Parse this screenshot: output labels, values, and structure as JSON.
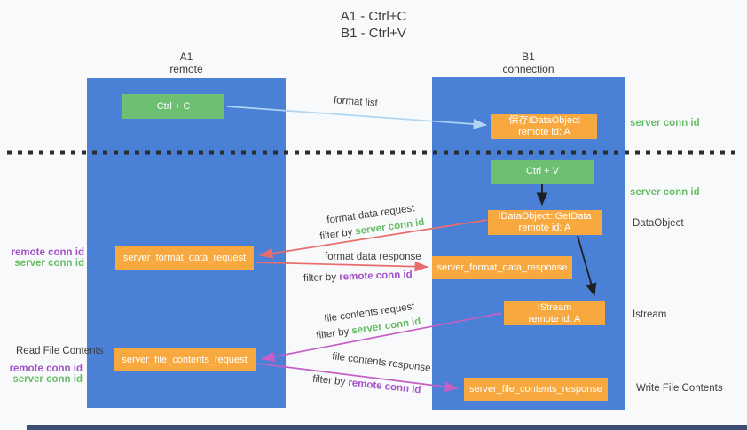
{
  "title": {
    "line1": "A1 - Ctrl+C",
    "line2": "B1 - Ctrl+V"
  },
  "left_column": {
    "header_top": "A1",
    "header_bottom": "remote"
  },
  "right_column": {
    "header_top": "B1",
    "header_bottom": "connection"
  },
  "boxes": {
    "ctrl_c": "Ctrl + C",
    "ctrl_v": "Ctrl + V",
    "save_idataobject_line1": "保存IDataObject",
    "save_idataobject_line2": "remote id: A",
    "getdata_line1": "IDataObject::GetData",
    "getdata_line2": "remote id: A",
    "istream_line1": "IStream",
    "istream_line2": "remote id: A",
    "format_request": "server_format_data_request",
    "format_response": "server_format_data_response",
    "file_request": "server_file_contents_request",
    "file_response": "server_file_contents_response"
  },
  "arrow_labels": {
    "format_list": "format list",
    "format_data_request": "format data request",
    "format_data_response": "format data response",
    "file_contents_request": "file contents request",
    "file_contents_response": "file contents response",
    "filter_by": "filter by ",
    "server_conn_id": "server conn id",
    "remote_conn_id": "remote conn id"
  },
  "side_labels": {
    "server_conn_id_top": "server conn id",
    "server_conn_id_mid": "server conn id",
    "dataobject": "DataObject",
    "istream": "Istream",
    "write_file_contents": "Write File Contents",
    "read_file_contents": "Read File Contents",
    "remote_conn_id_format": "remote conn id",
    "server_conn_id_format": "server conn id",
    "remote_conn_id_file": "remote conn id",
    "server_conn_id_file": "server conn id"
  },
  "colors": {
    "column_blue": "#4a81d6",
    "box_green": "#6dbf72",
    "box_orange": "#f7a93f",
    "arrow_red": "#e96d6d",
    "arrow_magenta": "#c55fc3",
    "arrow_light_blue": "#aed5f2",
    "arrow_black": "#1f1f1f",
    "label_green": "#67bd67",
    "label_purple": "#a452c9",
    "bottom_bar": "#3d4e75"
  }
}
